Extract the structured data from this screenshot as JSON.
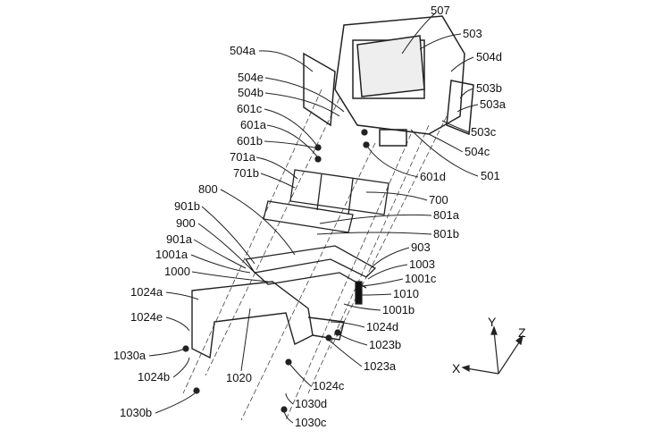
{
  "figure": {
    "labels": {
      "l507": "507",
      "l503": "503",
      "l504a": "504a",
      "l504d": "504d",
      "l503b": "503b",
      "l503a": "503a",
      "l504e": "504e",
      "l504b": "504b",
      "l601c": "601c",
      "l601a": "601a",
      "l601b": "601b",
      "l503c": "503c",
      "l504c": "504c",
      "l501": "501",
      "l601d": "601d",
      "l701a": "701a",
      "l701b": "701b",
      "l800": "800",
      "l700": "700",
      "l801a": "801a",
      "l801b": "801b",
      "l901b": "901b",
      "l900": "900",
      "l901a": "901a",
      "l1001a": "1001a",
      "l1000": "1000",
      "l903": "903",
      "l1003": "1003",
      "l1001c": "1001c",
      "l1010": "1010",
      "l1001b": "1001b",
      "l1024a": "1024a",
      "l1024e": "1024e",
      "l1024d": "1024d",
      "l1023b": "1023b",
      "l1030a": "1030a",
      "l1023a": "1023a",
      "l1024b": "1024b",
      "l1020": "1020",
      "l1024c": "1024c",
      "l1030b": "1030b",
      "l1030d": "1030d",
      "l1030c": "1030c"
    },
    "axes": {
      "y": "Y",
      "z": "Z",
      "x": "X"
    }
  }
}
